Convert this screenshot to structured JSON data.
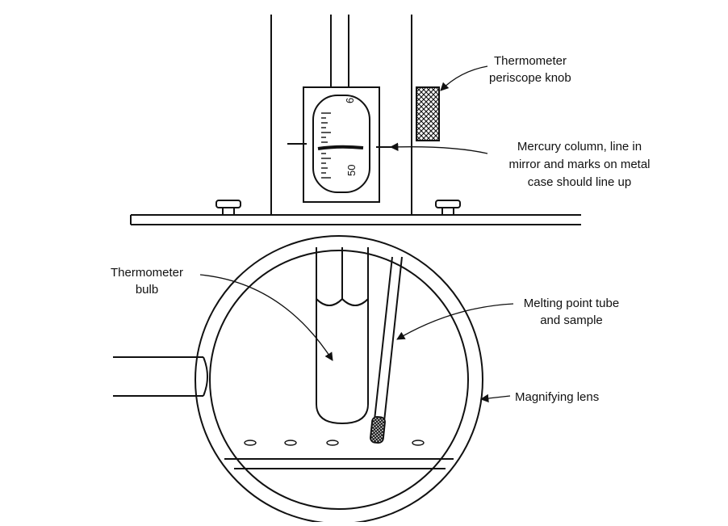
{
  "diagram": {
    "labels": {
      "periscope_knob": [
        "Thermometer",
        "periscope knob"
      ],
      "mercury_column": [
        "Mercury column, line in",
        "mirror and marks on metal",
        "case should line up"
      ],
      "thermometer_bulb": [
        "Thermometer",
        "bulb"
      ],
      "melting_point_tube": [
        "Melting point tube",
        "and sample"
      ],
      "magnifying_lens": [
        "Magnifying lens"
      ]
    },
    "scale_numbers": {
      "upper": "6",
      "lower": "50"
    }
  }
}
